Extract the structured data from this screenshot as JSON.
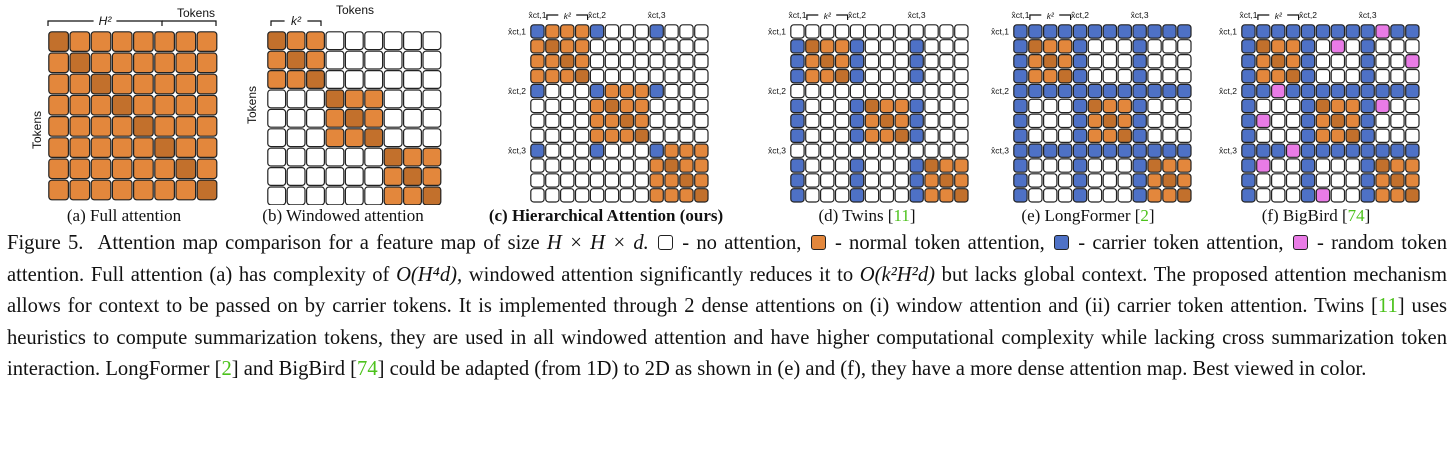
{
  "colors": {
    "normal": "#e3873c",
    "normal_dark": "#c2702c",
    "carrier": "#4e71c6",
    "random": "#e97be6",
    "none": "#ffffff",
    "stroke": "#222222"
  },
  "panel_labels": {
    "a_h2": "H²",
    "a_tokens": "Tokens",
    "a_ylabel": "Tokens",
    "b_k2": "k²",
    "b_tokens": "Tokens",
    "b_ylabel": "Tokens",
    "ct1": "x̂ct,1",
    "ct2": "x̂ct,2",
    "ct3": "x̂ct,3",
    "k2": "k²"
  },
  "panels": [
    {
      "id": "a",
      "caption": "(a) Full attention"
    },
    {
      "id": "b",
      "caption": "(b) Windowed attention"
    },
    {
      "id": "c",
      "caption": "(c) Hierarchical Attention (ours)"
    },
    {
      "id": "d",
      "caption_pre": "(d) Twins [",
      "ref": "11",
      "caption_post": "]"
    },
    {
      "id": "e",
      "caption_pre": "(e) LongFormer [",
      "ref": "2",
      "caption_post": "]"
    },
    {
      "id": "f",
      "caption_pre": "(f) BigBird [",
      "ref": "74",
      "caption_post": "]"
    }
  ],
  "caption": {
    "label": "Figure 5.",
    "s1": "Attention map comparison for a feature map of size",
    "s1_math": "H × H × d.",
    "no_att": "- no attention,",
    "normal_att": "- normal token attention,",
    "carrier_att": "- carrier token attention,",
    "random_att": "- random token attention.",
    "s2": "Full attention (a) has complexity of",
    "s2_math": "O(H⁴d),",
    "s3": "windowed attention significantly reduces it to",
    "s3_math": "O(k²H²d)",
    "s4": "but lacks global context. The proposed attention mechanism allows for context to be passed on by carrier tokens. It is implemented through 2 dense attentions on (i) window attention and (ii) carrier token attention. Twins [",
    "ref11": "11",
    "s5": "] uses heuristics to compute summarization tokens, they are used in all windowed attention and have higher computational complexity while lacking cross summarization token interaction. LongFormer [",
    "ref2": "2",
    "s6": "] and BigBird [",
    "ref74": "74",
    "s7": "] could be adapted (from 1D) to 2D as shown in (e) and (f), they have a more dense attention map. Best viewed in color."
  }
}
